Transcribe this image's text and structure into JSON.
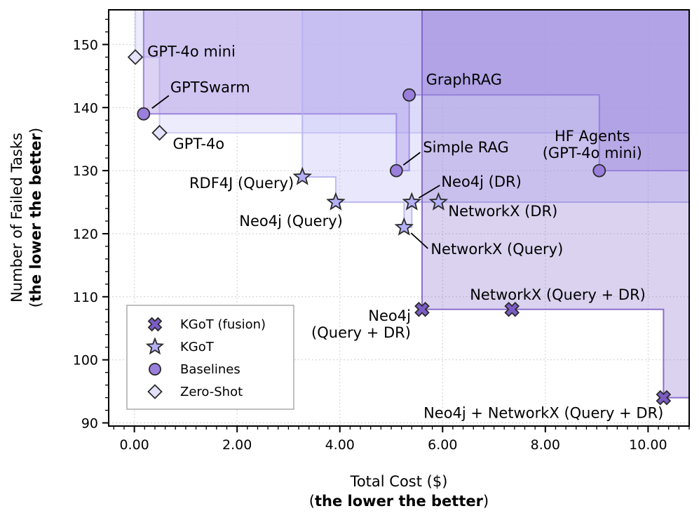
{
  "chart_data": {
    "type": "scatter",
    "xlabel": "Total Cost ($)",
    "xlabel_emphasis": "the lower the better",
    "ylabel": "Number of Failed Tasks",
    "ylabel_emphasis": "the lower the better",
    "xlim": [
      -0.5,
      10.8
    ],
    "ylim": [
      89.5,
      155.5
    ],
    "x_ticks": [
      0,
      2,
      4,
      6,
      8,
      10
    ],
    "x_tick_labels": [
      "0.00",
      "2.00",
      "4.00",
      "6.00",
      "8.00",
      "10.00"
    ],
    "y_ticks": [
      90,
      100,
      110,
      120,
      130,
      140,
      150
    ],
    "y_tick_labels": [
      "90",
      "100",
      "110",
      "120",
      "130",
      "140",
      "150"
    ],
    "grid": true,
    "legend_position": "lower-left",
    "colors": {
      "fusion": "#7b5cc4",
      "kgot": "#b3b0f5",
      "baseline": "#9a7fdc",
      "zeroshot": "#e4e2fb",
      "edge": "#2a2a2a",
      "frontier_line": "#9175d6"
    },
    "legend": [
      {
        "label": "KGoT (fusion)",
        "marker": "x-icon"
      },
      {
        "label": "KGoT",
        "marker": "star-icon"
      },
      {
        "label": "Baselines",
        "marker": "circle-icon"
      },
      {
        "label": "Zero-Shot",
        "marker": "diamond-icon"
      }
    ],
    "series": [
      {
        "group": "zeroshot",
        "points": [
          {
            "label": "GPT-4o mini",
            "x": 0.02,
            "y": 148
          },
          {
            "label": "GPT-4o",
            "x": 0.49,
            "y": 136
          }
        ]
      },
      {
        "group": "baseline",
        "points": [
          {
            "label": "GPTSwarm",
            "x": 0.18,
            "y": 139
          },
          {
            "label": "GraphRAG",
            "x": 5.35,
            "y": 142
          },
          {
            "label": "Simple RAG",
            "x": 5.1,
            "y": 130
          },
          {
            "label": "HF Agents\n(GPT-4o mini)",
            "x": 9.05,
            "y": 130
          }
        ]
      },
      {
        "group": "kgot",
        "points": [
          {
            "label": "RDF4J (Query)",
            "x": 3.27,
            "y": 129
          },
          {
            "label": "Neo4j (Query)",
            "x": 3.92,
            "y": 125
          },
          {
            "label": "Neo4j (DR)",
            "x": 5.4,
            "y": 125
          },
          {
            "label": "NetworkX (DR)",
            "x": 5.92,
            "y": 125
          },
          {
            "label": "NetworkX (Query)",
            "x": 5.25,
            "y": 121
          }
        ]
      },
      {
        "group": "fusion",
        "points": [
          {
            "label": "Neo4j\n(Query + DR)",
            "x": 5.6,
            "y": 108
          },
          {
            "label": "NetworkX (Query + DR)",
            "x": 7.35,
            "y": 108
          },
          {
            "label": "Neo4j + NetworkX (Query + DR)",
            "x": 10.3,
            "y": 94
          }
        ]
      }
    ]
  }
}
